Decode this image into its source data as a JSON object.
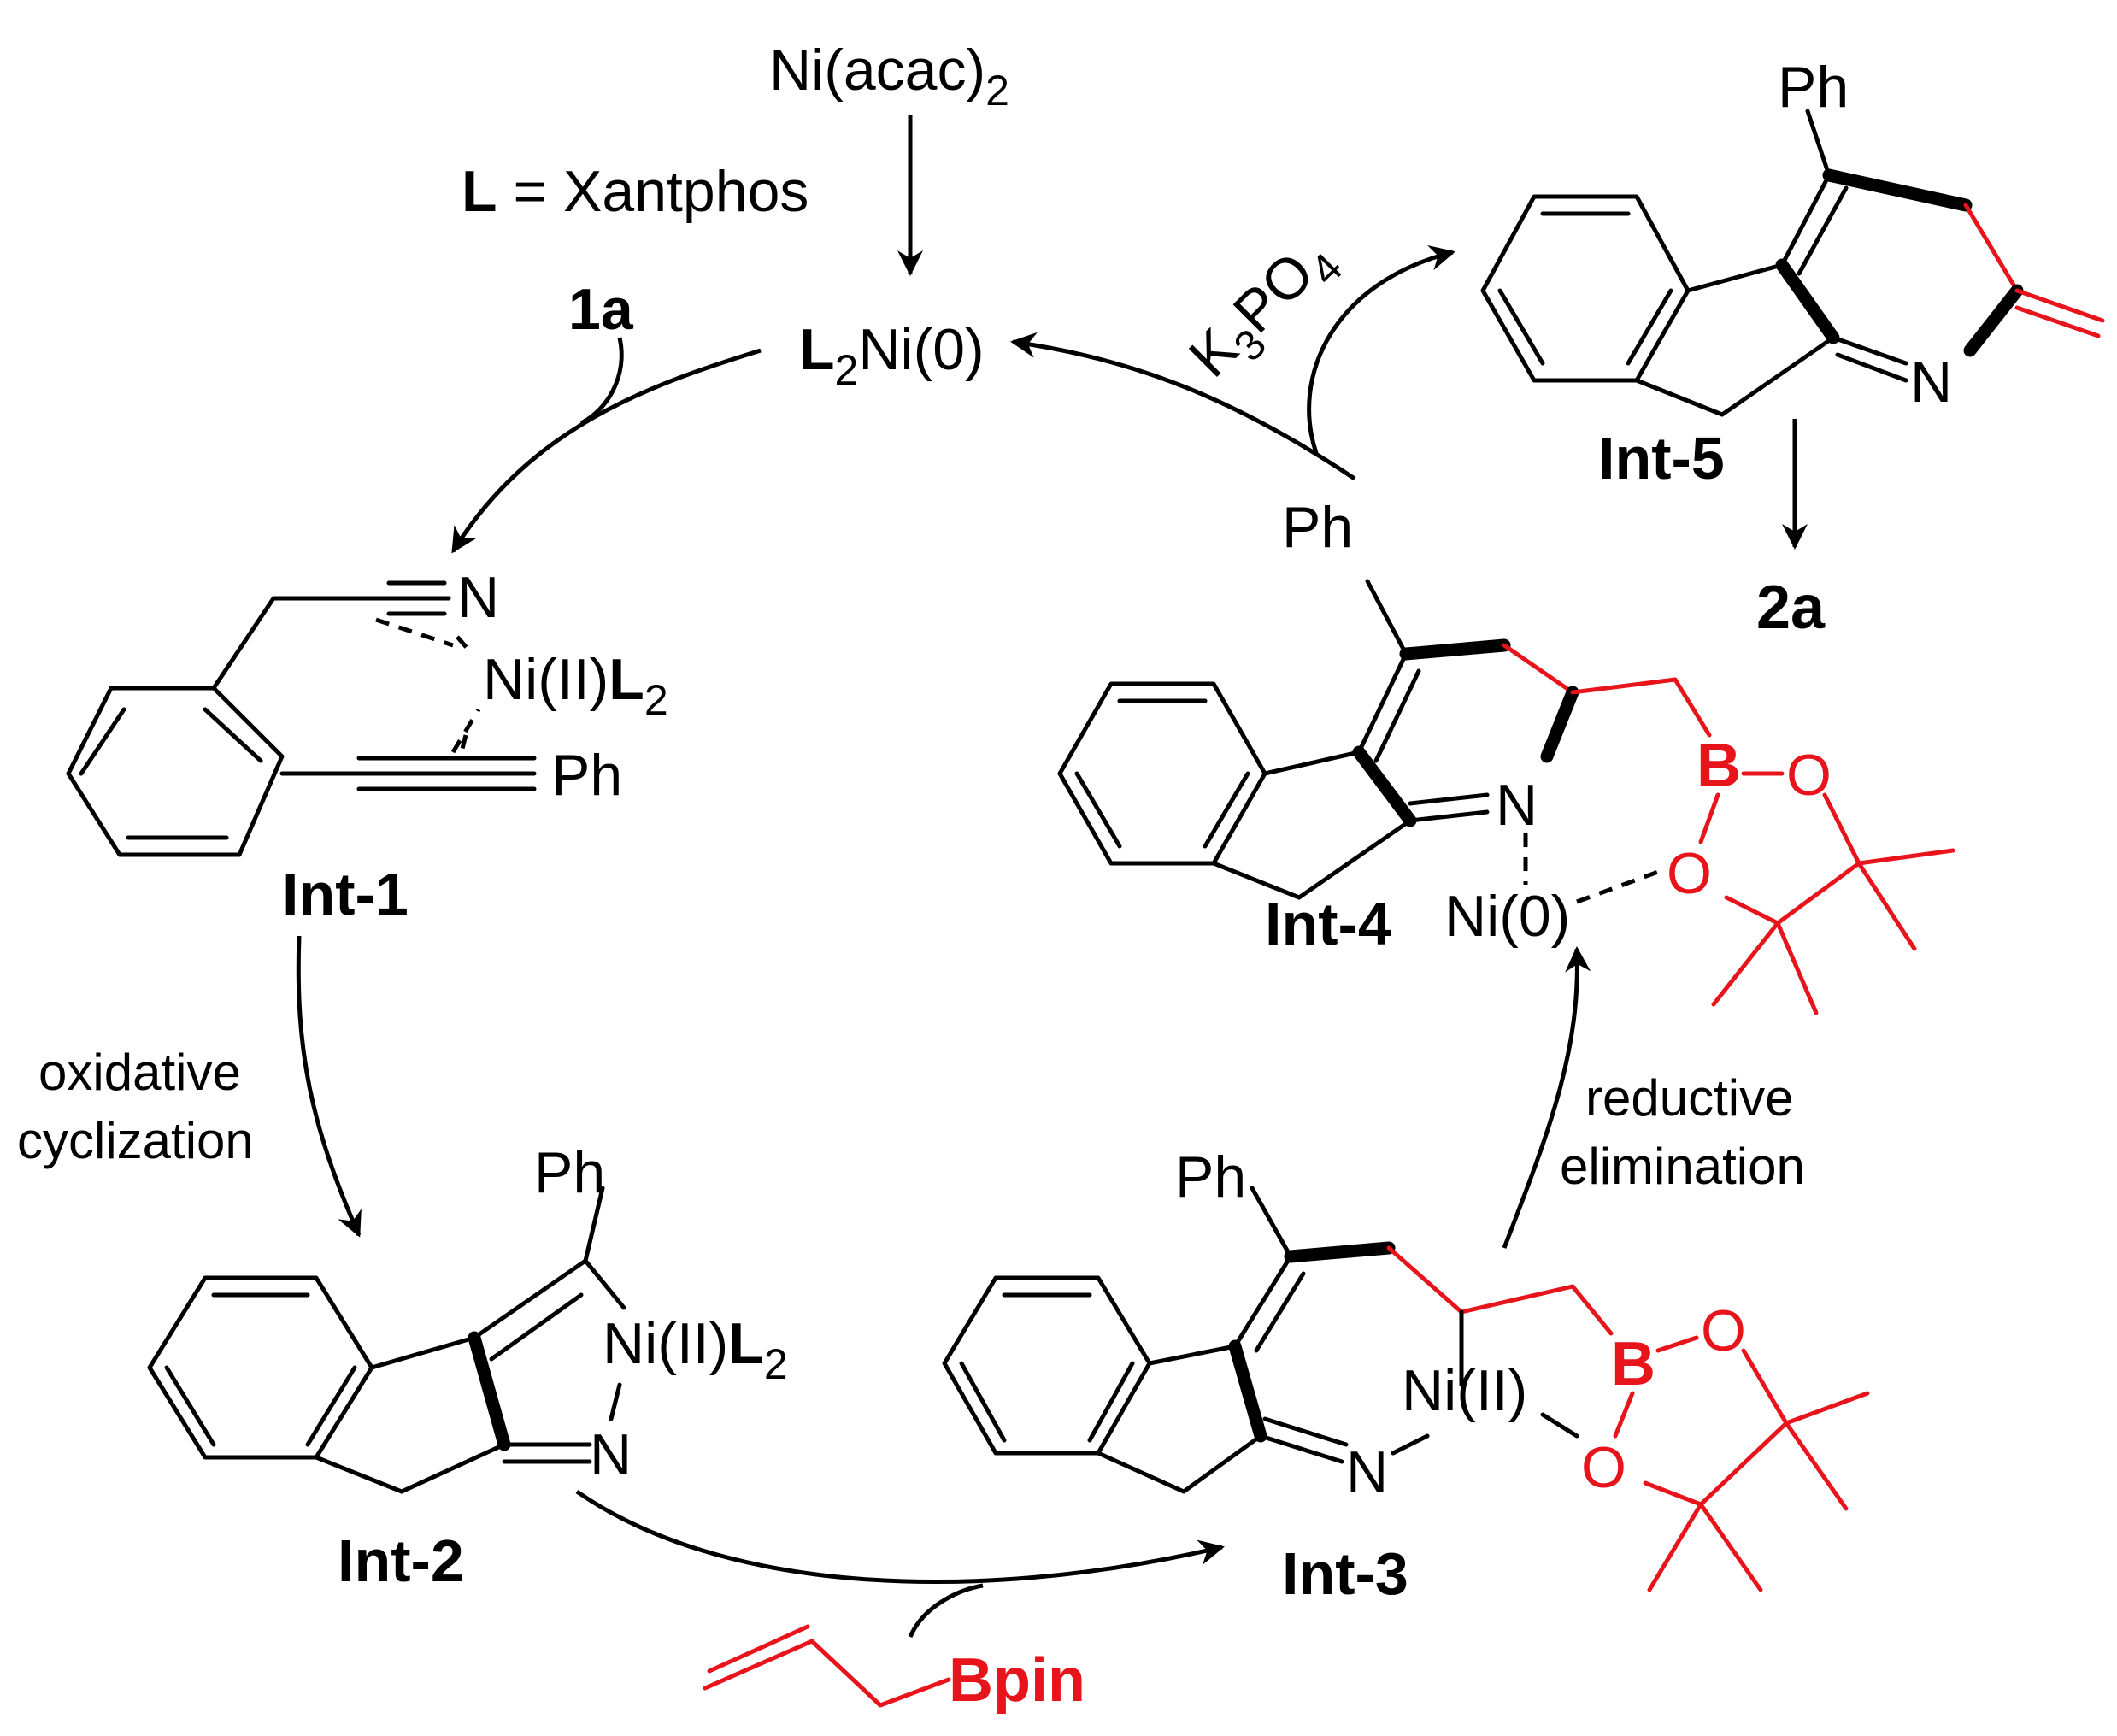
{
  "reagents": {
    "ni_source": "Ni(acac)",
    "ni_source_sub": "2",
    "ligand_prefix": "L",
    "ligand_def": " = Xantphos",
    "substrate": "1a",
    "base_k": "K",
    "base_k_sub": "3",
    "base_po": "PO",
    "base_po_sub": "4",
    "allyl_bpin": "Bpin",
    "product": "2a"
  },
  "catalyst": {
    "L": "L",
    "L_sub": "2",
    "ni": "Ni(0)"
  },
  "steps": {
    "oxidative_1": "oxidative",
    "oxidative_2": "cyclization",
    "reductive_1": "reductive",
    "reductive_2": "elimination"
  },
  "intermediates": {
    "int1": {
      "label": "Int-1",
      "N": "N",
      "ni": "Ni(II)",
      "L": "L",
      "L_sub": "2",
      "Ph": "Ph"
    },
    "int2": {
      "label": "Int-2",
      "Ph": "Ph",
      "ni": "Ni(II)",
      "L": "L",
      "L_sub": "2",
      "N": "N"
    },
    "int3": {
      "label": "Int-3",
      "Ph": "Ph",
      "ni": "Ni(II)",
      "N": "N",
      "B": "B",
      "O1": "O",
      "O2": "O"
    },
    "int4": {
      "label": "Int-4",
      "Ph": "Ph",
      "N": "N",
      "ni": "Ni(0)",
      "B": "B",
      "O1": "O",
      "O2": "O"
    },
    "int5": {
      "label": "Int-5",
      "Ph": "Ph",
      "N": "N"
    }
  },
  "colors": {
    "highlight": "#e8141c",
    "ink": "#000000"
  }
}
